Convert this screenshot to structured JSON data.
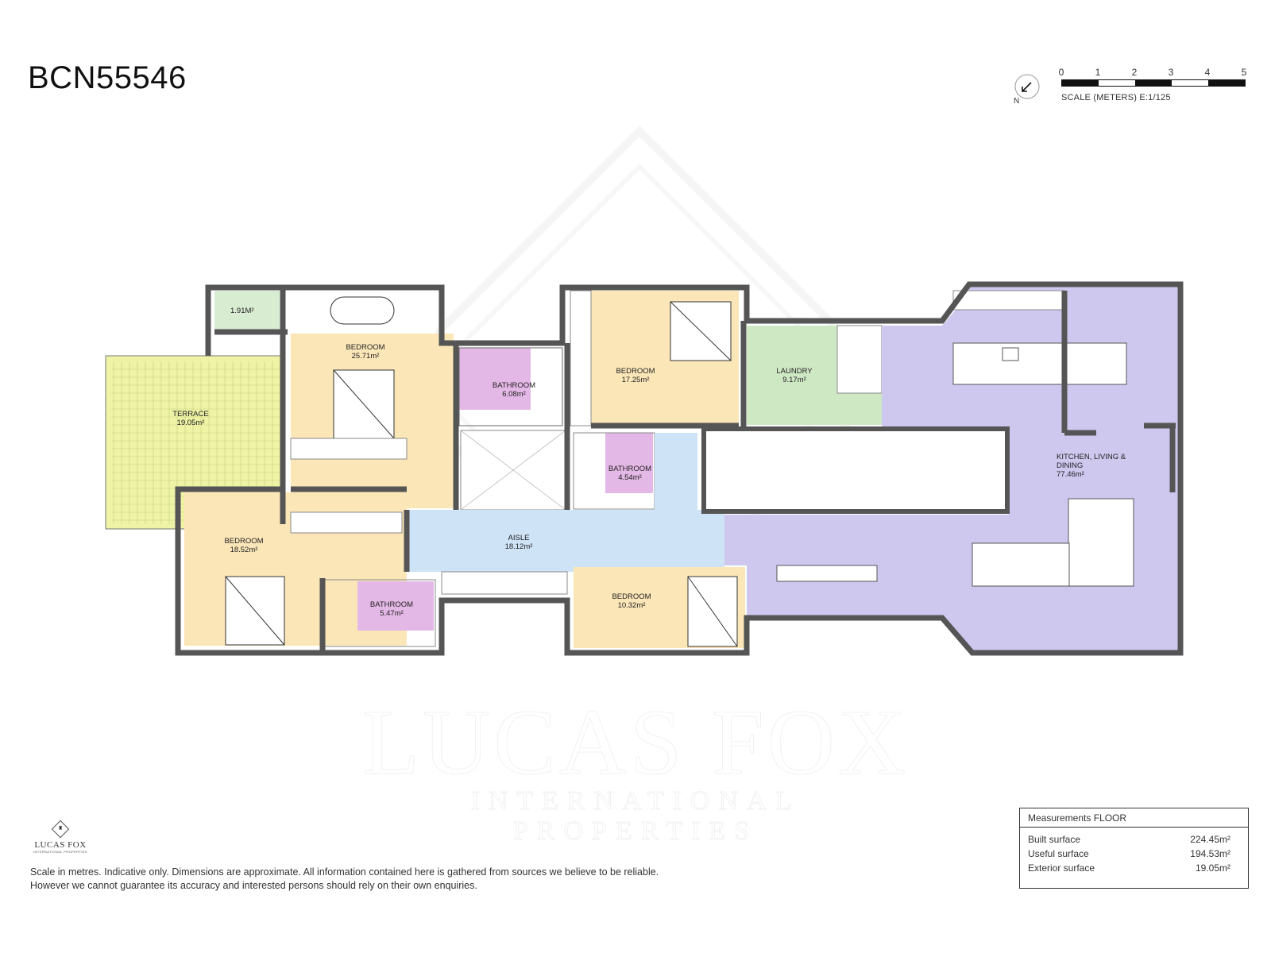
{
  "header": {
    "reference": "BCN55546"
  },
  "compass": {
    "icon": "north-arrow-icon",
    "label": "N"
  },
  "scale": {
    "ticks": [
      "0",
      "1",
      "2",
      "3",
      "4",
      "5"
    ],
    "label": "SCALE (METERS) E:1/125"
  },
  "rooms": [
    {
      "name": "1.91m²",
      "area": "",
      "color": "#d8ecd2"
    },
    {
      "name": "BEDROOM",
      "area": "25.71m²",
      "color": "#fbe6b8"
    },
    {
      "name": "TERRACE",
      "area": "19.05m²",
      "color": "#eef3a6"
    },
    {
      "name": "BATHROOM",
      "area": "6.08m²",
      "color": "#e4b8e6"
    },
    {
      "name": "BEDROOM",
      "area": "17.25m²",
      "color": "#fbe6b8"
    },
    {
      "name": "LAUNDRY",
      "area": "9.17m²",
      "color": "#cfe8c4"
    },
    {
      "name": "BATHROOM",
      "area": "4.54m²",
      "color": "#e4b8e6"
    },
    {
      "name": "KITCHEN, LIVING & DINING",
      "area": "77.46m²",
      "color": "#cec7ee"
    },
    {
      "name": "BEDROOM",
      "area": "18.52m²",
      "color": "#fbe6b8"
    },
    {
      "name": "AISLE",
      "area": "18.12m²",
      "color": "#cfe3f6"
    },
    {
      "name": "BATHROOM",
      "area": "5.47m²",
      "color": "#e4b8e6"
    },
    {
      "name": "BEDROOM",
      "area": "10.32m²",
      "color": "#fbe6b8"
    }
  ],
  "measurements": {
    "title": "Measurements FLOOR",
    "rows": [
      {
        "label": "Built surface",
        "value": "224.45m²"
      },
      {
        "label": "Useful surface",
        "value": "194.53m²"
      },
      {
        "label": "Exterior surface",
        "value": "19.05m²"
      }
    ]
  },
  "logo": {
    "name": "LUCAS FOX",
    "sub": "INTERNATIONAL PROPERTIES"
  },
  "watermark": {
    "big": "LUCAS FOX",
    "small": "INTERNATIONAL PROPERTIES"
  },
  "disclaimer": {
    "line1": "Scale in metres. Indicative only. Dimensions are approximate. All information contained here is gathered from sources we believe to be reliable.",
    "line2": "However we cannot guarantee its accuracy and interested persons should rely on their own enquiries."
  }
}
